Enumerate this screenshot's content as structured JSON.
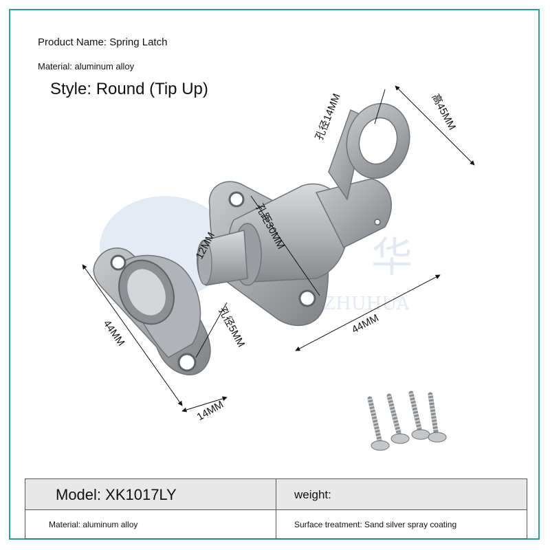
{
  "header": {
    "product_name": "Product Name: Spring Latch",
    "material": "Material: aluminum alloy",
    "style": "Style: Round (Tip Up)"
  },
  "watermark": {
    "text": "ZHUHUA",
    "glyph": "华"
  },
  "dimensions": {
    "hole_ring": "孔径14MM",
    "height": "高45MM",
    "hole_spacing": "孔距30MM",
    "bolt_diameter": "12MM",
    "hole_small": "孔径5MM",
    "body_length": "44MM",
    "keeper_height": "44MM",
    "keeper_width": "14MM"
  },
  "table": {
    "model": "Model: XK1017LY",
    "weight": "weight:",
    "material": "Material: aluminum alloy",
    "surface": "Surface treatment: Sand silver spray coating"
  },
  "colors": {
    "frame": "#2f9c96",
    "metal": "#a9acb0",
    "table_header": "#e8e8e8"
  }
}
